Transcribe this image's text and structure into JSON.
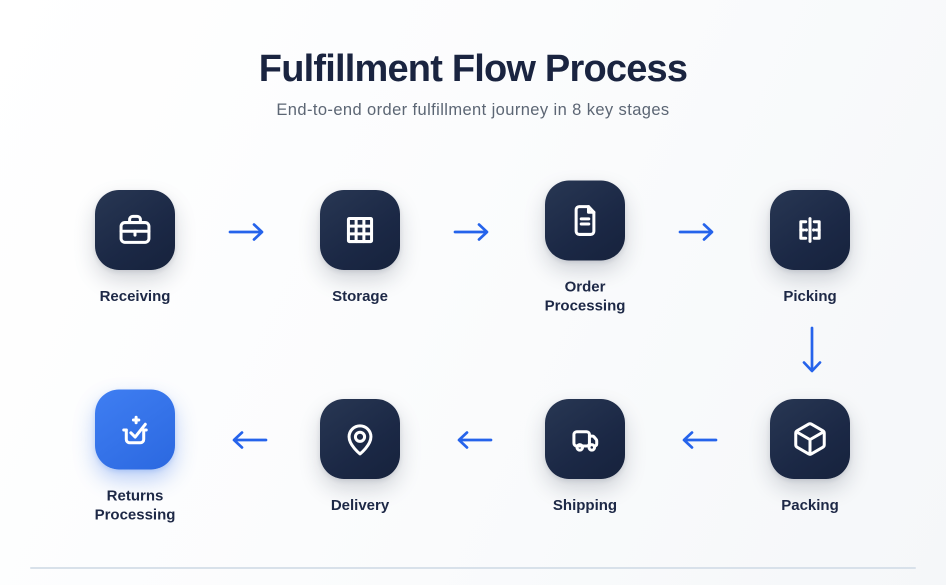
{
  "page": {
    "title": "Fulfillment Flow Process",
    "subtitle": "End-to-end order fulfillment journey in 8 key stages"
  },
  "stages": [
    {
      "label": "Receiving",
      "icon": "briefcase-icon",
      "variant": "navy"
    },
    {
      "label": "Storage",
      "icon": "grid-icon",
      "variant": "navy"
    },
    {
      "label": "Order Processing",
      "icon": "document-icon",
      "variant": "navy"
    },
    {
      "label": "Picking",
      "icon": "aisle-scan-icon",
      "variant": "navy"
    },
    {
      "label": "Packing",
      "icon": "cube-icon",
      "variant": "navy"
    },
    {
      "label": "Shipping",
      "icon": "truck-icon",
      "variant": "navy"
    },
    {
      "label": "Delivery",
      "icon": "map-pin-icon",
      "variant": "navy"
    },
    {
      "label": "Returns Processing",
      "icon": "inbox-check-plus-icon",
      "variant": "blue"
    }
  ],
  "flow": {
    "stage_count": 8,
    "row1_left_to_right": [
      "Receiving",
      "Storage",
      "Order Processing",
      "Picking"
    ],
    "row2_right_to_left": [
      "Packing",
      "Shipping",
      "Delivery",
      "Returns Processing"
    ]
  },
  "colors": {
    "tile_navy": "#1e2b48",
    "tile_blue": "#2f6fe8",
    "arrow_blue": "#2563eb",
    "title_text": "#1a2440",
    "subtitle_text": "#5c6674",
    "label_text": "#1d2846",
    "icon_stroke": "#ffffff",
    "divider": "#d8e1ea",
    "background": "#f8fafb"
  }
}
